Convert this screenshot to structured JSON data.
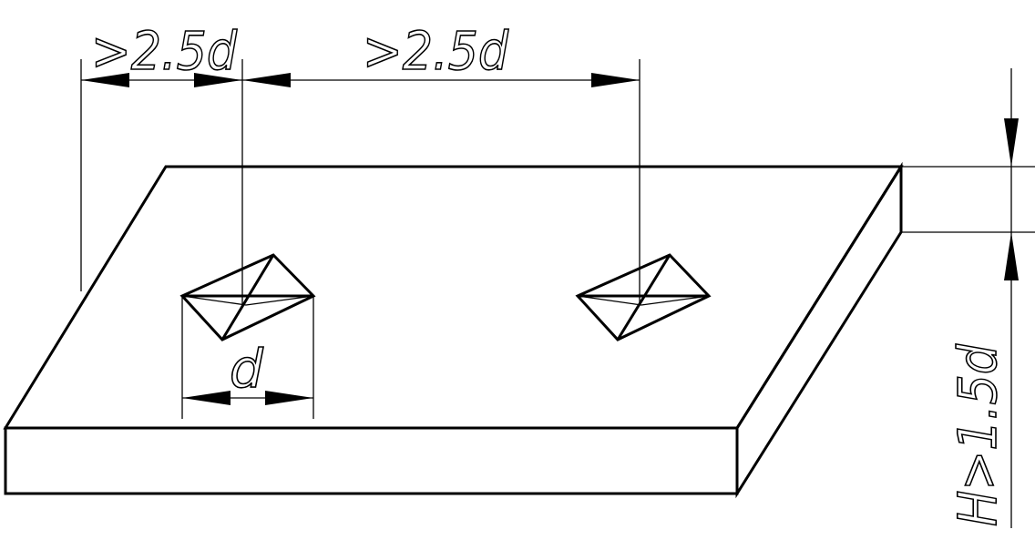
{
  "dimensions": {
    "edge_to_first_hole": ">2.5d",
    "hole_to_hole": ">2.5d",
    "hole_diameter": "d",
    "plate_thickness": "H>1.5d"
  },
  "colors": {
    "line": "#000000",
    "background": "#ffffff"
  }
}
